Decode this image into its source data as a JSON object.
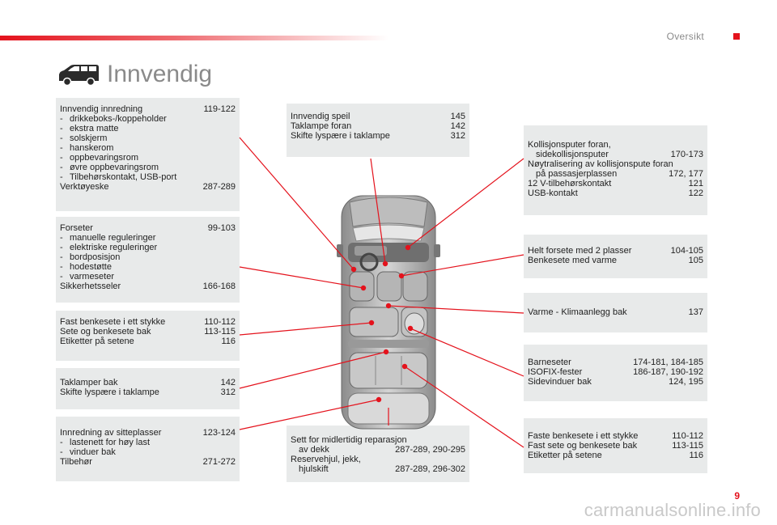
{
  "header": {
    "section": "Oversikt",
    "title": "Innvendig",
    "page_number": "9"
  },
  "watermark": "carmanualsonline.info",
  "boxes": {
    "interior_fittings": {
      "rows": [
        {
          "t": "Innvendig innredning",
          "p": "119-122"
        }
      ],
      "bullets": [
        "drikkeboks-/koppeholder",
        "ekstra matte",
        "solskjerm",
        "hanskerom",
        "oppbevaringsrom",
        "øvre oppbevaringsrom",
        "Tilbehørskontakt, USB-port"
      ],
      "rows2": [
        {
          "t": "Verktøyeske",
          "p": "287-289"
        }
      ]
    },
    "front_seats": {
      "rows": [
        {
          "t": "Forseter",
          "p": "99-103"
        }
      ],
      "bullets": [
        "manuelle reguleringer",
        "elektriske reguleringer",
        "bordposisjon",
        "hodestøtte",
        "varmeseter"
      ],
      "rows2": [
        {
          "t": "Sikkerhetsseler",
          "p": "166-168"
        }
      ]
    },
    "fixed_bench": {
      "rows": [
        {
          "t": "Fast benkesete i ett stykke",
          "p": "110-112"
        },
        {
          "t": "Sete og benkesete bak",
          "p": "113-115"
        },
        {
          "t": "Etiketter på setene",
          "p": "116"
        }
      ]
    },
    "rear_lamps": {
      "rows": [
        {
          "t": "Taklamper bak",
          "p": "142"
        },
        {
          "t": "Skifte lyspære i taklampe",
          "p": "312"
        }
      ]
    },
    "seat_fittings": {
      "rows": [
        {
          "t": "Innredning av sitteplasser",
          "p": "123-124"
        }
      ],
      "bullets": [
        "lastenett for høy last",
        "vinduer bak"
      ],
      "rows2": [
        {
          "t": "Tilbehør",
          "p": "271-272"
        }
      ]
    },
    "mirror": {
      "rows": [
        {
          "t": "Innvendig speil",
          "p": "145"
        },
        {
          "t": "Taklampe foran",
          "p": "142"
        },
        {
          "t": "Skifte lyspære i taklampe",
          "p": "312"
        }
      ]
    },
    "repair": {
      "rows": [
        {
          "t": "Sett for midlertidig reparasjon",
          "p": ""
        }
      ],
      "ind1": {
        "t": "av dekk",
        "p": "287-289, 290-295"
      },
      "rows2": [
        {
          "t": "Reservehjul, jekk,",
          "p": ""
        }
      ],
      "ind2": {
        "t": "hjulskift",
        "p": "287-289, 296-302"
      }
    },
    "airbags": {
      "rows": [
        {
          "t": "Kollisjonsputer foran,",
          "p": ""
        }
      ],
      "ind1": {
        "t": "sidekollisjonsputer",
        "p": "170-173"
      },
      "rows2": [
        {
          "t": "Nøytralisering av kollisjonspute foran",
          "p": ""
        }
      ],
      "ind2": {
        "t": "på passasjerplassen",
        "p": "172, 177"
      },
      "rows3": [
        {
          "t": "12 V-tilbehørskontakt",
          "p": "121"
        },
        {
          "t": "USB-kontakt",
          "p": "122"
        }
      ]
    },
    "full_front_seat": {
      "rows": [
        {
          "t": "Helt forsete med 2 plasser",
          "p": "104-105"
        },
        {
          "t": "Benkesete med varme",
          "p": "105"
        }
      ]
    },
    "rear_heating": {
      "rows": [
        {
          "t": "Varme - Klimaanlegg bak",
          "p": "137"
        }
      ]
    },
    "child_seats": {
      "rows": [
        {
          "t": "Barneseter",
          "p": "174-181, 184-185"
        },
        {
          "t": "ISOFIX-fester",
          "p": "186-187, 190-192"
        },
        {
          "t": "Sidevinduer bak",
          "p": "124, 195"
        }
      ]
    },
    "fixed_bench_right": {
      "rows": [
        {
          "t": "Faste benkesete i ett stykke",
          "p": "110-112"
        },
        {
          "t": "Fast sete og benkesete bak",
          "p": "113-115"
        },
        {
          "t": "Etiketter på setene",
          "p": "116"
        }
      ]
    }
  },
  "colors": {
    "accent": "#e4121c",
    "box_bg": "#e8eaea",
    "title": "#8a8a8a"
  },
  "icons": {
    "title_icon": "van-icon"
  }
}
